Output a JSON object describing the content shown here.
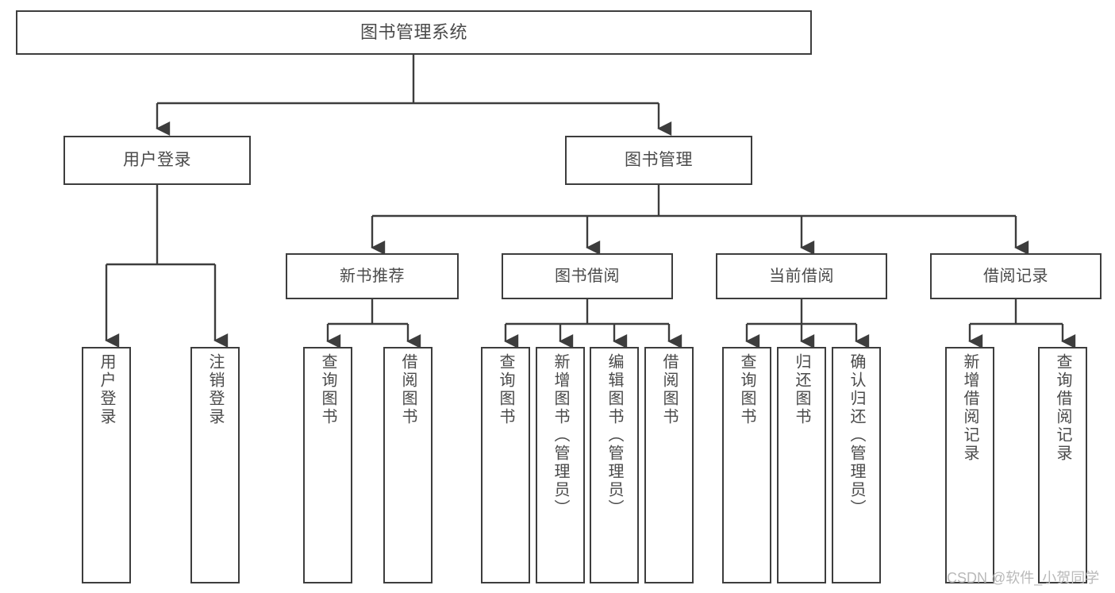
{
  "diagram": {
    "title": "图书管理系统",
    "type": "tree-hierarchy",
    "colors": {
      "node_border": "#3d3d3d",
      "node_fill": "#ffffff",
      "connector": "#3d3d3d",
      "text": "#4a4a4a",
      "watermark": "#b9b9b9",
      "background": "#ffffff"
    },
    "root": {
      "label": "图书管理系统"
    },
    "level2": [
      {
        "label": "用户登录"
      },
      {
        "label": "图书管理"
      }
    ],
    "level3": [
      {
        "label": "新书推荐"
      },
      {
        "label": "图书借阅"
      },
      {
        "label": "当前借阅"
      },
      {
        "label": "借阅记录"
      }
    ],
    "leaves": {
      "user_login": [
        {
          "label": "用户登录"
        },
        {
          "label": "注销登录"
        }
      ],
      "new_book": [
        {
          "label": "查询图书"
        },
        {
          "label": "借阅图书"
        }
      ],
      "book_borrow": [
        {
          "label": "查询图书"
        },
        {
          "label": "新增图书（管理员）"
        },
        {
          "label": "编辑图书（管理员）"
        },
        {
          "label": "借阅图书"
        }
      ],
      "current_borrow": [
        {
          "label": "查询图书"
        },
        {
          "label": "归还图书"
        },
        {
          "label": "确认归还（管理员）"
        }
      ],
      "borrow_record": [
        {
          "label": "新增借阅记录"
        },
        {
          "label": "查询借阅记录"
        }
      ]
    }
  },
  "watermark": {
    "text": "CSDN @软件_小贺同学"
  }
}
